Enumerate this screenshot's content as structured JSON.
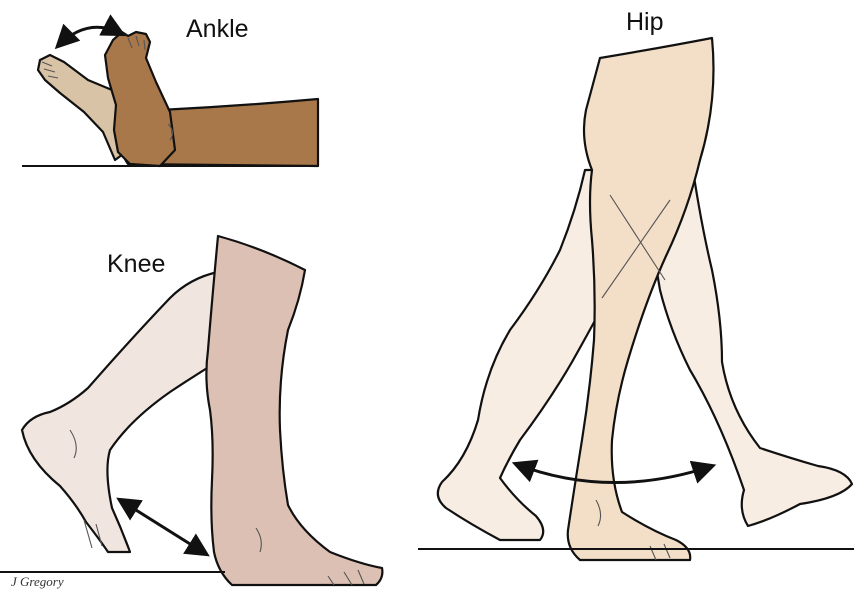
{
  "labels": {
    "ankle": "Ankle",
    "hip": "Hip",
    "knee": "Knee"
  },
  "credit": "J Gregory",
  "colors": {
    "ankle_front_skin": "#a8784a",
    "ankle_back_skin": "#d9c3a6",
    "knee_front_skin": "#dcc0b3",
    "knee_back_skin": "#f1e6df",
    "hip_front_skin": "#f3dfc7",
    "hip_back_skin": "#f7ede3",
    "outline": "#111111"
  }
}
